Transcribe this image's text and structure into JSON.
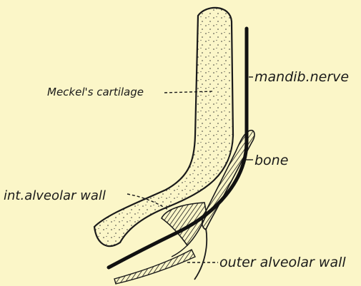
{
  "figure": {
    "background": "#fbf6c8",
    "ink": "#1a1a1a",
    "labels": {
      "meckel": "Meckel's cartilage",
      "nerve": "mandib.nerve",
      "bone": "bone",
      "int_alveolar": "int.alveolar wall",
      "outer_alveolar": "outer alveolar wall"
    }
  }
}
